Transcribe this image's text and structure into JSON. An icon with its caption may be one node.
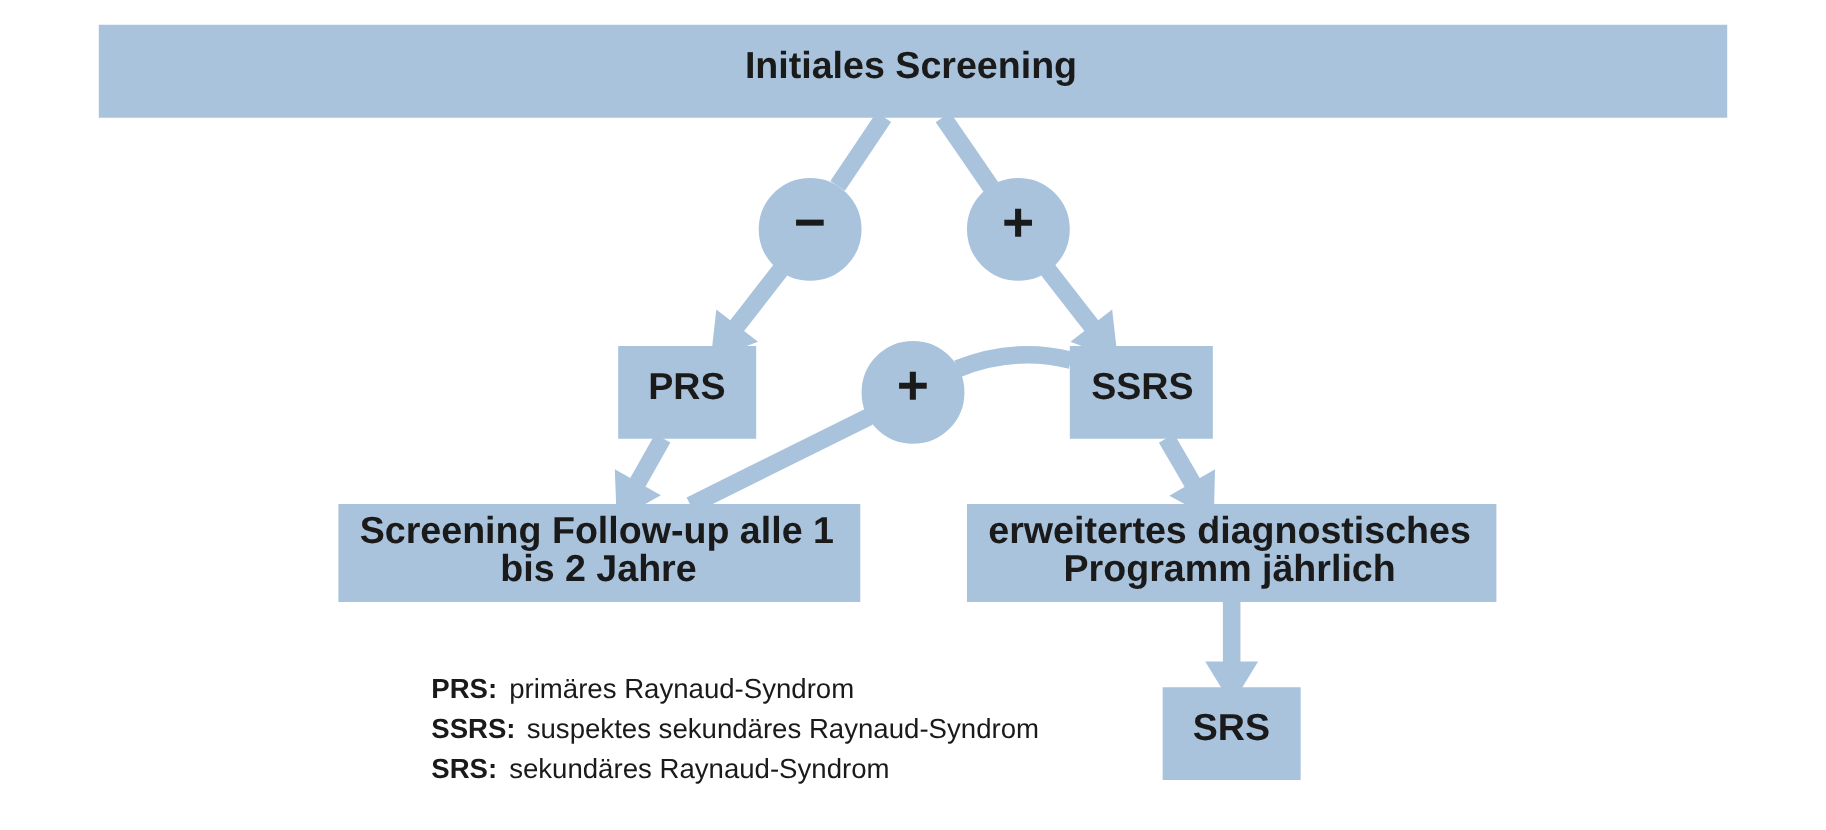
{
  "diagram": {
    "nodes": [
      {
        "text": [
          "Initiales Screening"
        ]
      },
      {
        "text": [
          "−"
        ]
      },
      {
        "text": [
          "+"
        ]
      },
      {
        "text": [
          "PRS"
        ]
      },
      {
        "text": [
          "+"
        ]
      },
      {
        "text": [
          "SSRS"
        ]
      },
      {
        "text": [
          "Screening Follow-up alle 1 bis 2 Jahre"
        ]
      },
      {
        "text": [
          "erweitertes diagnostisches Programm jährlich"
        ]
      },
      {
        "text": [
          "SRS"
        ]
      }
    ],
    "edges": [
      {
        "from": 0,
        "to": 1,
        "arrow": "none"
      },
      {
        "from": 1,
        "to": 3,
        "arrow": "to"
      },
      {
        "from": 0,
        "to": 2,
        "arrow": "none"
      },
      {
        "from": 2,
        "to": 5,
        "arrow": "to"
      },
      {
        "from": 3,
        "to": 6,
        "arrow": "to"
      },
      {
        "from": 6,
        "to": 4,
        "arrow": "none"
      },
      {
        "from": 4,
        "to": 5,
        "arrow": "none"
      },
      {
        "from": 5,
        "to": 7,
        "arrow": "to"
      },
      {
        "from": 7,
        "to": 8,
        "arrow": "to"
      }
    ],
    "labels": [
      "**PRS:** primäres Raynaud-Syndrom",
      "**SSRS:** suspektes sekundäres Raynaud-Syndrom",
      "**SRS:** sekundäres Raynaud-Syndrom"
    ]
  }
}
